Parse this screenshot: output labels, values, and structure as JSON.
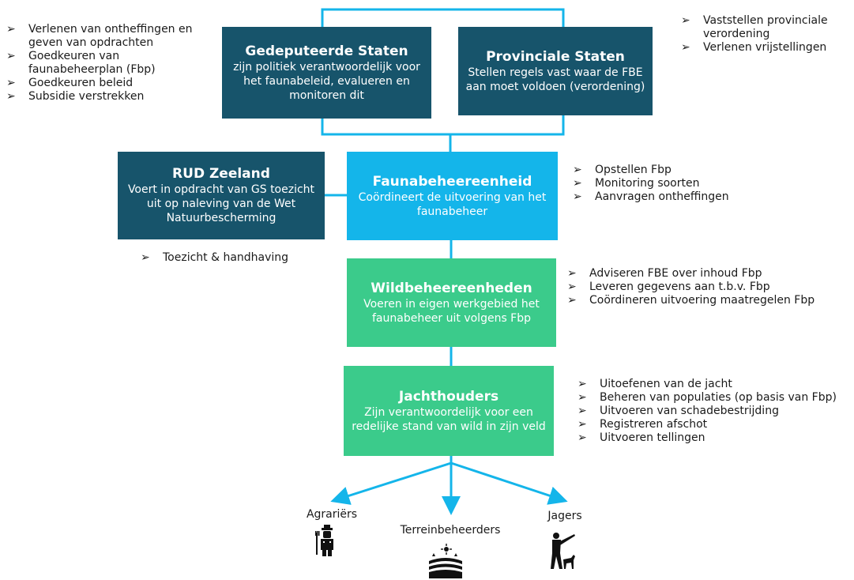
{
  "boxes": {
    "gs": {
      "title": "Gedeputeerde Staten",
      "desc": "zijn politiek verantwoordelijk voor het faunabeleid, evalueren en monitoren dit"
    },
    "ps": {
      "title": "Provinciale Staten",
      "desc": "Stellen regels vast waar de FBE aan moet voldoen (verordening)"
    },
    "rud": {
      "title": "RUD Zeeland",
      "desc": "Voert in opdracht van GS toezicht uit op naleving van de Wet Natuurbescherming"
    },
    "fbe": {
      "title": "Faunabeheereenheid",
      "desc": "Coördineert de uitvoering van het faunabeheer"
    },
    "wbe": {
      "title": "Wildbeheereenheden",
      "desc": "Voeren in eigen werkgebied het faunabeheer uit volgens Fbp"
    },
    "jh": {
      "title": "Jachthouders",
      "desc": "Zijn verantwoordelijk voor een redelijke stand van wild in zijn veld"
    }
  },
  "lists": {
    "gs": [
      "Verlenen van ontheffingen en geven van opdrachten",
      "Goedkeuren van faunabeheerplan (Fbp)",
      "Goedkeuren beleid",
      "Subsidie verstrekken"
    ],
    "ps": [
      "Vaststellen provinciale verordening",
      "Verlenen vrijstellingen"
    ],
    "rud": [
      "Toezicht & handhaving"
    ],
    "fbe": [
      "Opstellen Fbp",
      "Monitoring soorten",
      "Aanvragen ontheffingen"
    ],
    "wbe": [
      "Adviseren FBE over inhoud Fbp",
      "Leveren gegevens aan t.b.v. Fbp",
      "Coördineren uitvoering maatregelen Fbp"
    ],
    "jh": [
      "Uitoefenen van de jacht",
      "Beheren van populaties (op basis van Fbp)",
      "Uitvoeren van schadebestrijding",
      "Registreren afschot",
      "Uitvoeren tellingen"
    ]
  },
  "bullet": "➢",
  "actors": {
    "agrariers": "Agrariërs",
    "terreinbeheerders": "Terreinbeheerders",
    "jagers": "Jagers"
  },
  "colors": {
    "dark": "#17546b",
    "light": "#14b5ea",
    "green": "#3bcb8b",
    "connector": "#14b5ea"
  },
  "icons": [
    "farmer-icon",
    "field-sun-icon",
    "hunter-dog-icon"
  ]
}
